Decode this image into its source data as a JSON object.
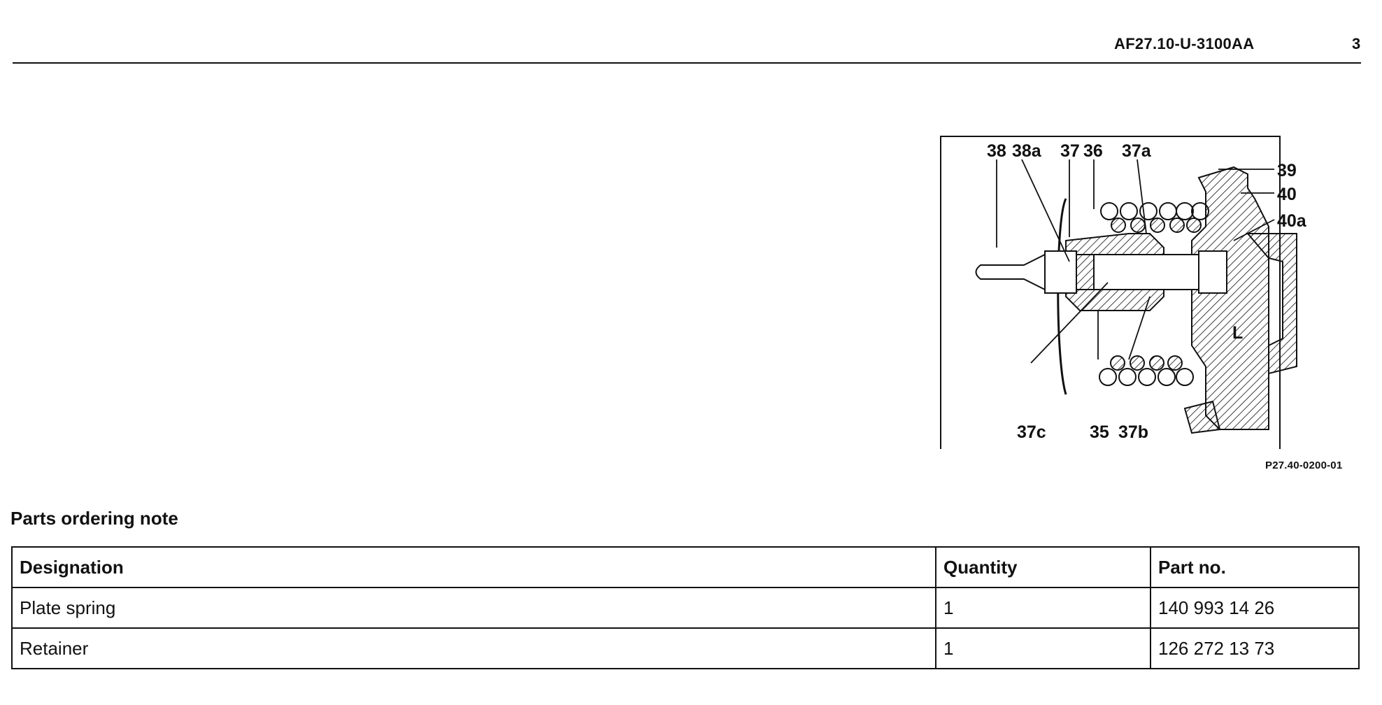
{
  "header": {
    "doc_id": "AF27.10-U-3100AA",
    "page_number": "3"
  },
  "figure": {
    "code": "P27.40-0200-01",
    "callouts": [
      "38",
      "38a",
      "37",
      "36",
      "37a",
      "39",
      "40",
      "40a",
      "37c",
      "35",
      "37b",
      "L"
    ]
  },
  "section": {
    "title": "Parts ordering note"
  },
  "table": {
    "headers": [
      "Designation",
      "Quantity",
      "Part no."
    ],
    "rows": [
      [
        "Plate spring",
        "1",
        "140 993 14 26"
      ],
      [
        "Retainer",
        "1",
        "126 272 13 73"
      ]
    ]
  }
}
